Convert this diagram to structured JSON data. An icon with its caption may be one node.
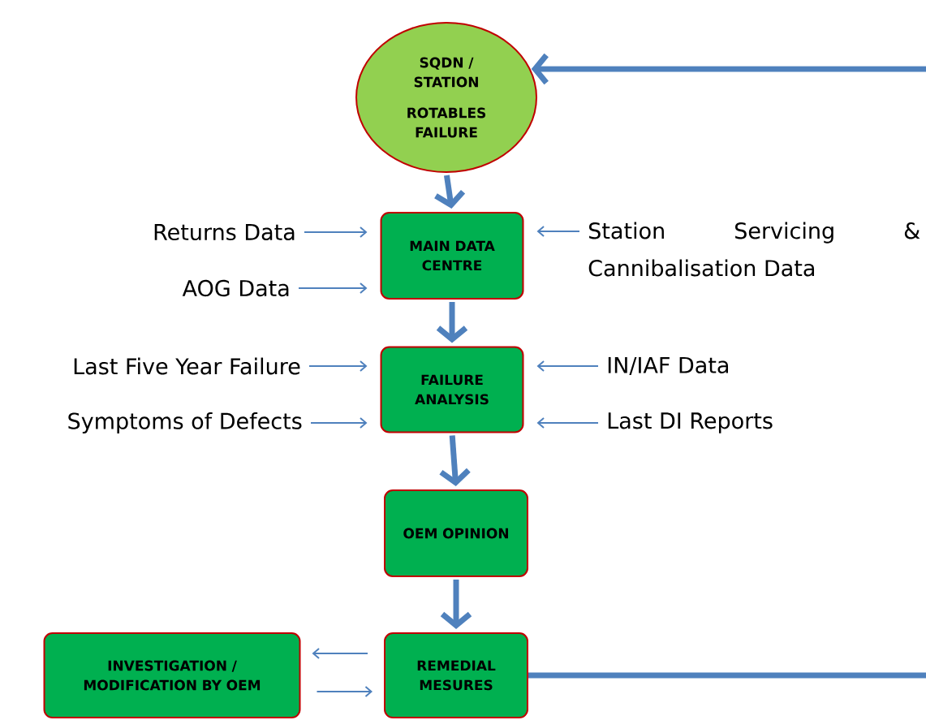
{
  "diagram": {
    "nodes": [
      {
        "text": [
          "SQDN / STATION",
          "ROTABLES FAILURE"
        ]
      },
      {
        "text": [
          "MAIN DATA CENTRE"
        ]
      },
      {
        "text": [
          "FAILURE ANALYSIS"
        ]
      },
      {
        "text": [
          "OEM OPINION"
        ]
      },
      {
        "text": [
          "REMEDIAL MESURES"
        ]
      },
      {
        "text": [
          "INVESTIGATION / MODIFICATION BY OEM"
        ]
      },
      {
        "text": [
          "Returns Data"
        ]
      },
      {
        "text": [
          "AOG Data"
        ]
      },
      {
        "text": [
          "Station Servicing & Cannibalisation Data"
        ]
      },
      {
        "text": [
          "Last Five Year Failure"
        ]
      },
      {
        "text": [
          "Symptoms of Defects"
        ]
      },
      {
        "text": [
          "IN/IAF Data"
        ]
      },
      {
        "text": [
          "Last DI Reports"
        ]
      }
    ],
    "edges": [
      {
        "from": null,
        "to": 0,
        "arrow": "to",
        "style": "thick"
      },
      {
        "from": 0,
        "to": 1,
        "arrow": "to",
        "style": "thick"
      },
      {
        "from": 1,
        "to": 2,
        "arrow": "to",
        "style": "thick"
      },
      {
        "from": 2,
        "to": 3,
        "arrow": "to",
        "style": "thick"
      },
      {
        "from": 3,
        "to": 4,
        "arrow": "to",
        "style": "thick"
      },
      {
        "from": 4,
        "to": null,
        "arrow": "none",
        "style": "thick"
      },
      {
        "from": 6,
        "to": 1,
        "arrow": "to"
      },
      {
        "from": 7,
        "to": 1,
        "arrow": "to"
      },
      {
        "from": 8,
        "to": 1,
        "arrow": "to"
      },
      {
        "from": 9,
        "to": 2,
        "arrow": "to"
      },
      {
        "from": 10,
        "to": 2,
        "arrow": "to"
      },
      {
        "from": 11,
        "to": 2,
        "arrow": "to"
      },
      {
        "from": 12,
        "to": 2,
        "arrow": "to"
      },
      {
        "from": 4,
        "to": 5,
        "arrow": "to"
      },
      {
        "from": 5,
        "to": 4,
        "arrow": "to"
      }
    ]
  }
}
